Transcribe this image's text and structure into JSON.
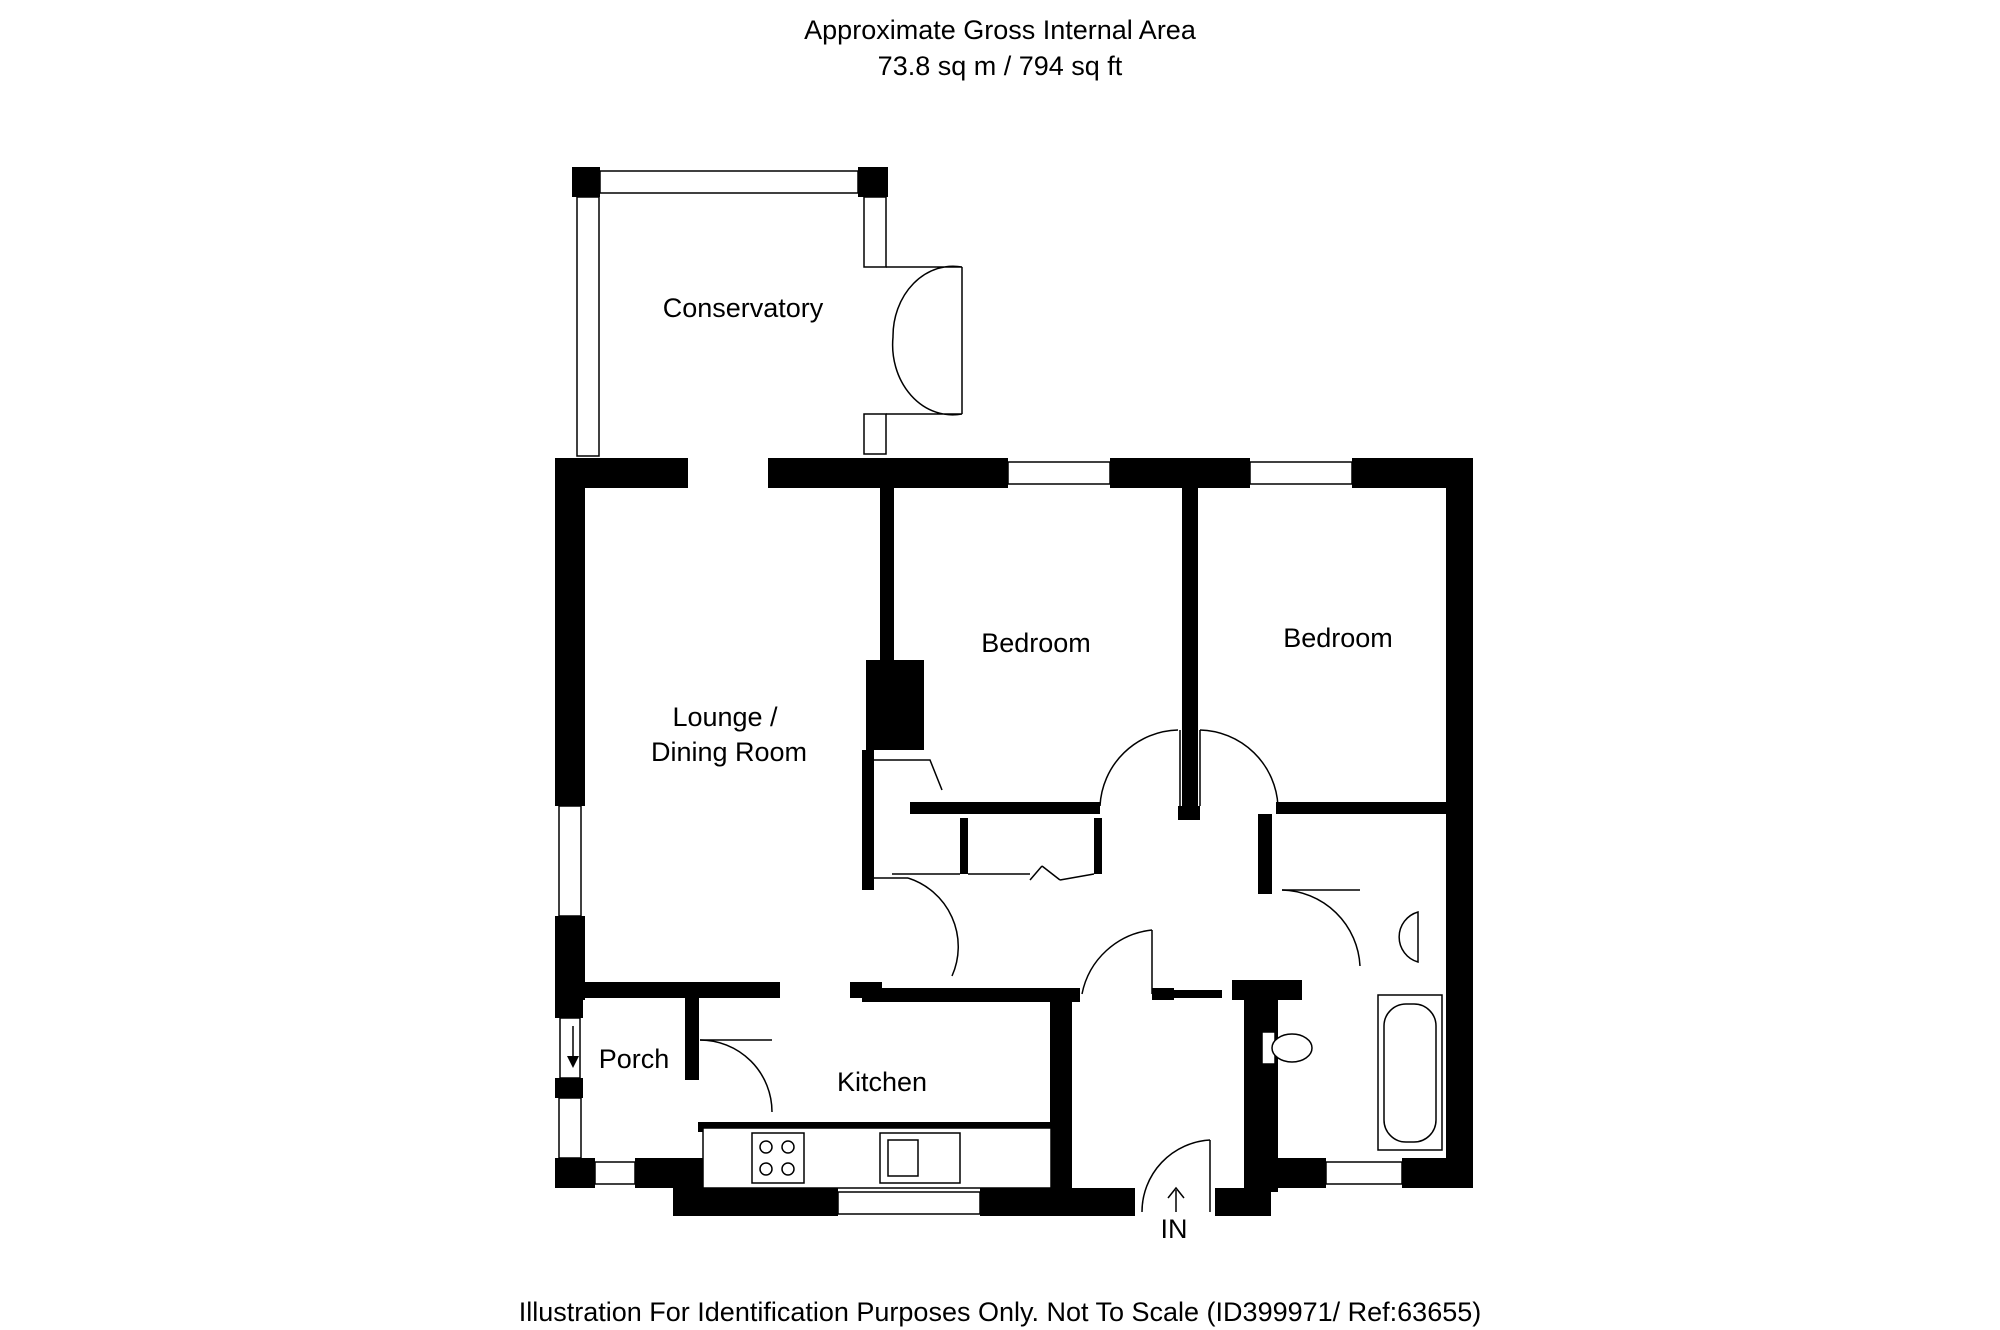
{
  "header": {
    "line1": "Approximate Gross Internal Area",
    "line2": "73.8 sq m / 794 sq ft"
  },
  "rooms": {
    "conservatory": "Conservatory",
    "lounge_line1": "Lounge /",
    "lounge_line2": "Dining Room",
    "bedroom1": "Bedroom",
    "bedroom2": "Bedroom",
    "porch": "Porch",
    "kitchen": "Kitchen"
  },
  "entrance": "IN",
  "footer": "Illustration For Identification Purposes Only. Not To Scale (ID399971/ Ref:63655)"
}
